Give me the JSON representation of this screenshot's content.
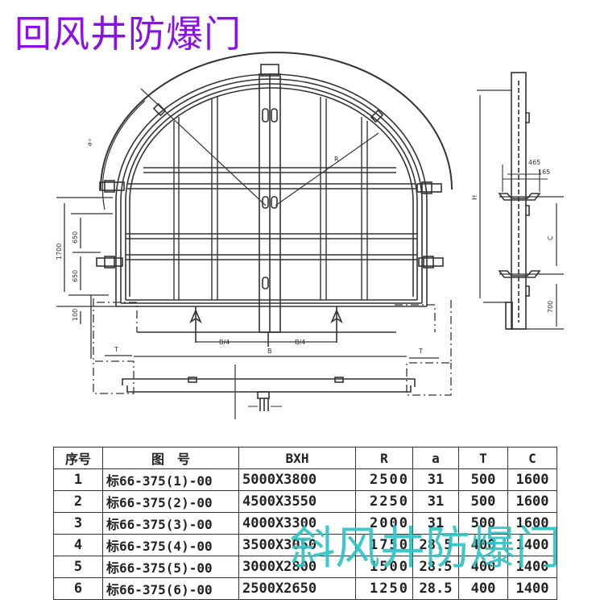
{
  "title": "回风井防爆门",
  "watermark": "斜风井防爆门",
  "colors": {
    "title": "#8b10e8",
    "watermark": "#2ec4c6",
    "line": "#333333"
  },
  "drawing": {
    "front_view": {
      "labels": {
        "arc_angle": "a°",
        "radius": "R",
        "dim_1700": "1700",
        "dim_650_top": "650",
        "dim_650_bottom": "650",
        "dim_100": "100",
        "quarter_left": "B/4",
        "quarter_right": "B/4",
        "width": "B",
        "t_left": "T",
        "t_right": "T"
      }
    },
    "side_view": {
      "labels": {
        "height": "H",
        "dim_465": "465",
        "dim_165": "165",
        "c": "C",
        "dim_700": "700"
      }
    }
  },
  "table": {
    "headers": [
      "序号",
      "图　号",
      "BXH",
      "R",
      "a",
      "T",
      "C"
    ],
    "rows": [
      [
        "1",
        "标66-375(1)-00",
        "5000X3800",
        "2500",
        "31",
        "500",
        "1600"
      ],
      [
        "2",
        "标66-375(2)-00",
        "4500X3550",
        "2250",
        "31",
        "500",
        "1600"
      ],
      [
        "3",
        "标66-375(3)-00",
        "4000X3300",
        "2000",
        "31",
        "500",
        "1600"
      ],
      [
        "4",
        "标66-375(4)-00",
        "3500X3050",
        "1750",
        "28.5",
        "400",
        "1400"
      ],
      [
        "5",
        "标66-375(5)-00",
        "3000X2800",
        "1500",
        "28.5",
        "400",
        "1400"
      ],
      [
        "6",
        "标66-375(6)-00",
        "2500X2650",
        "1250",
        "28.5",
        "400",
        "1400"
      ]
    ]
  }
}
